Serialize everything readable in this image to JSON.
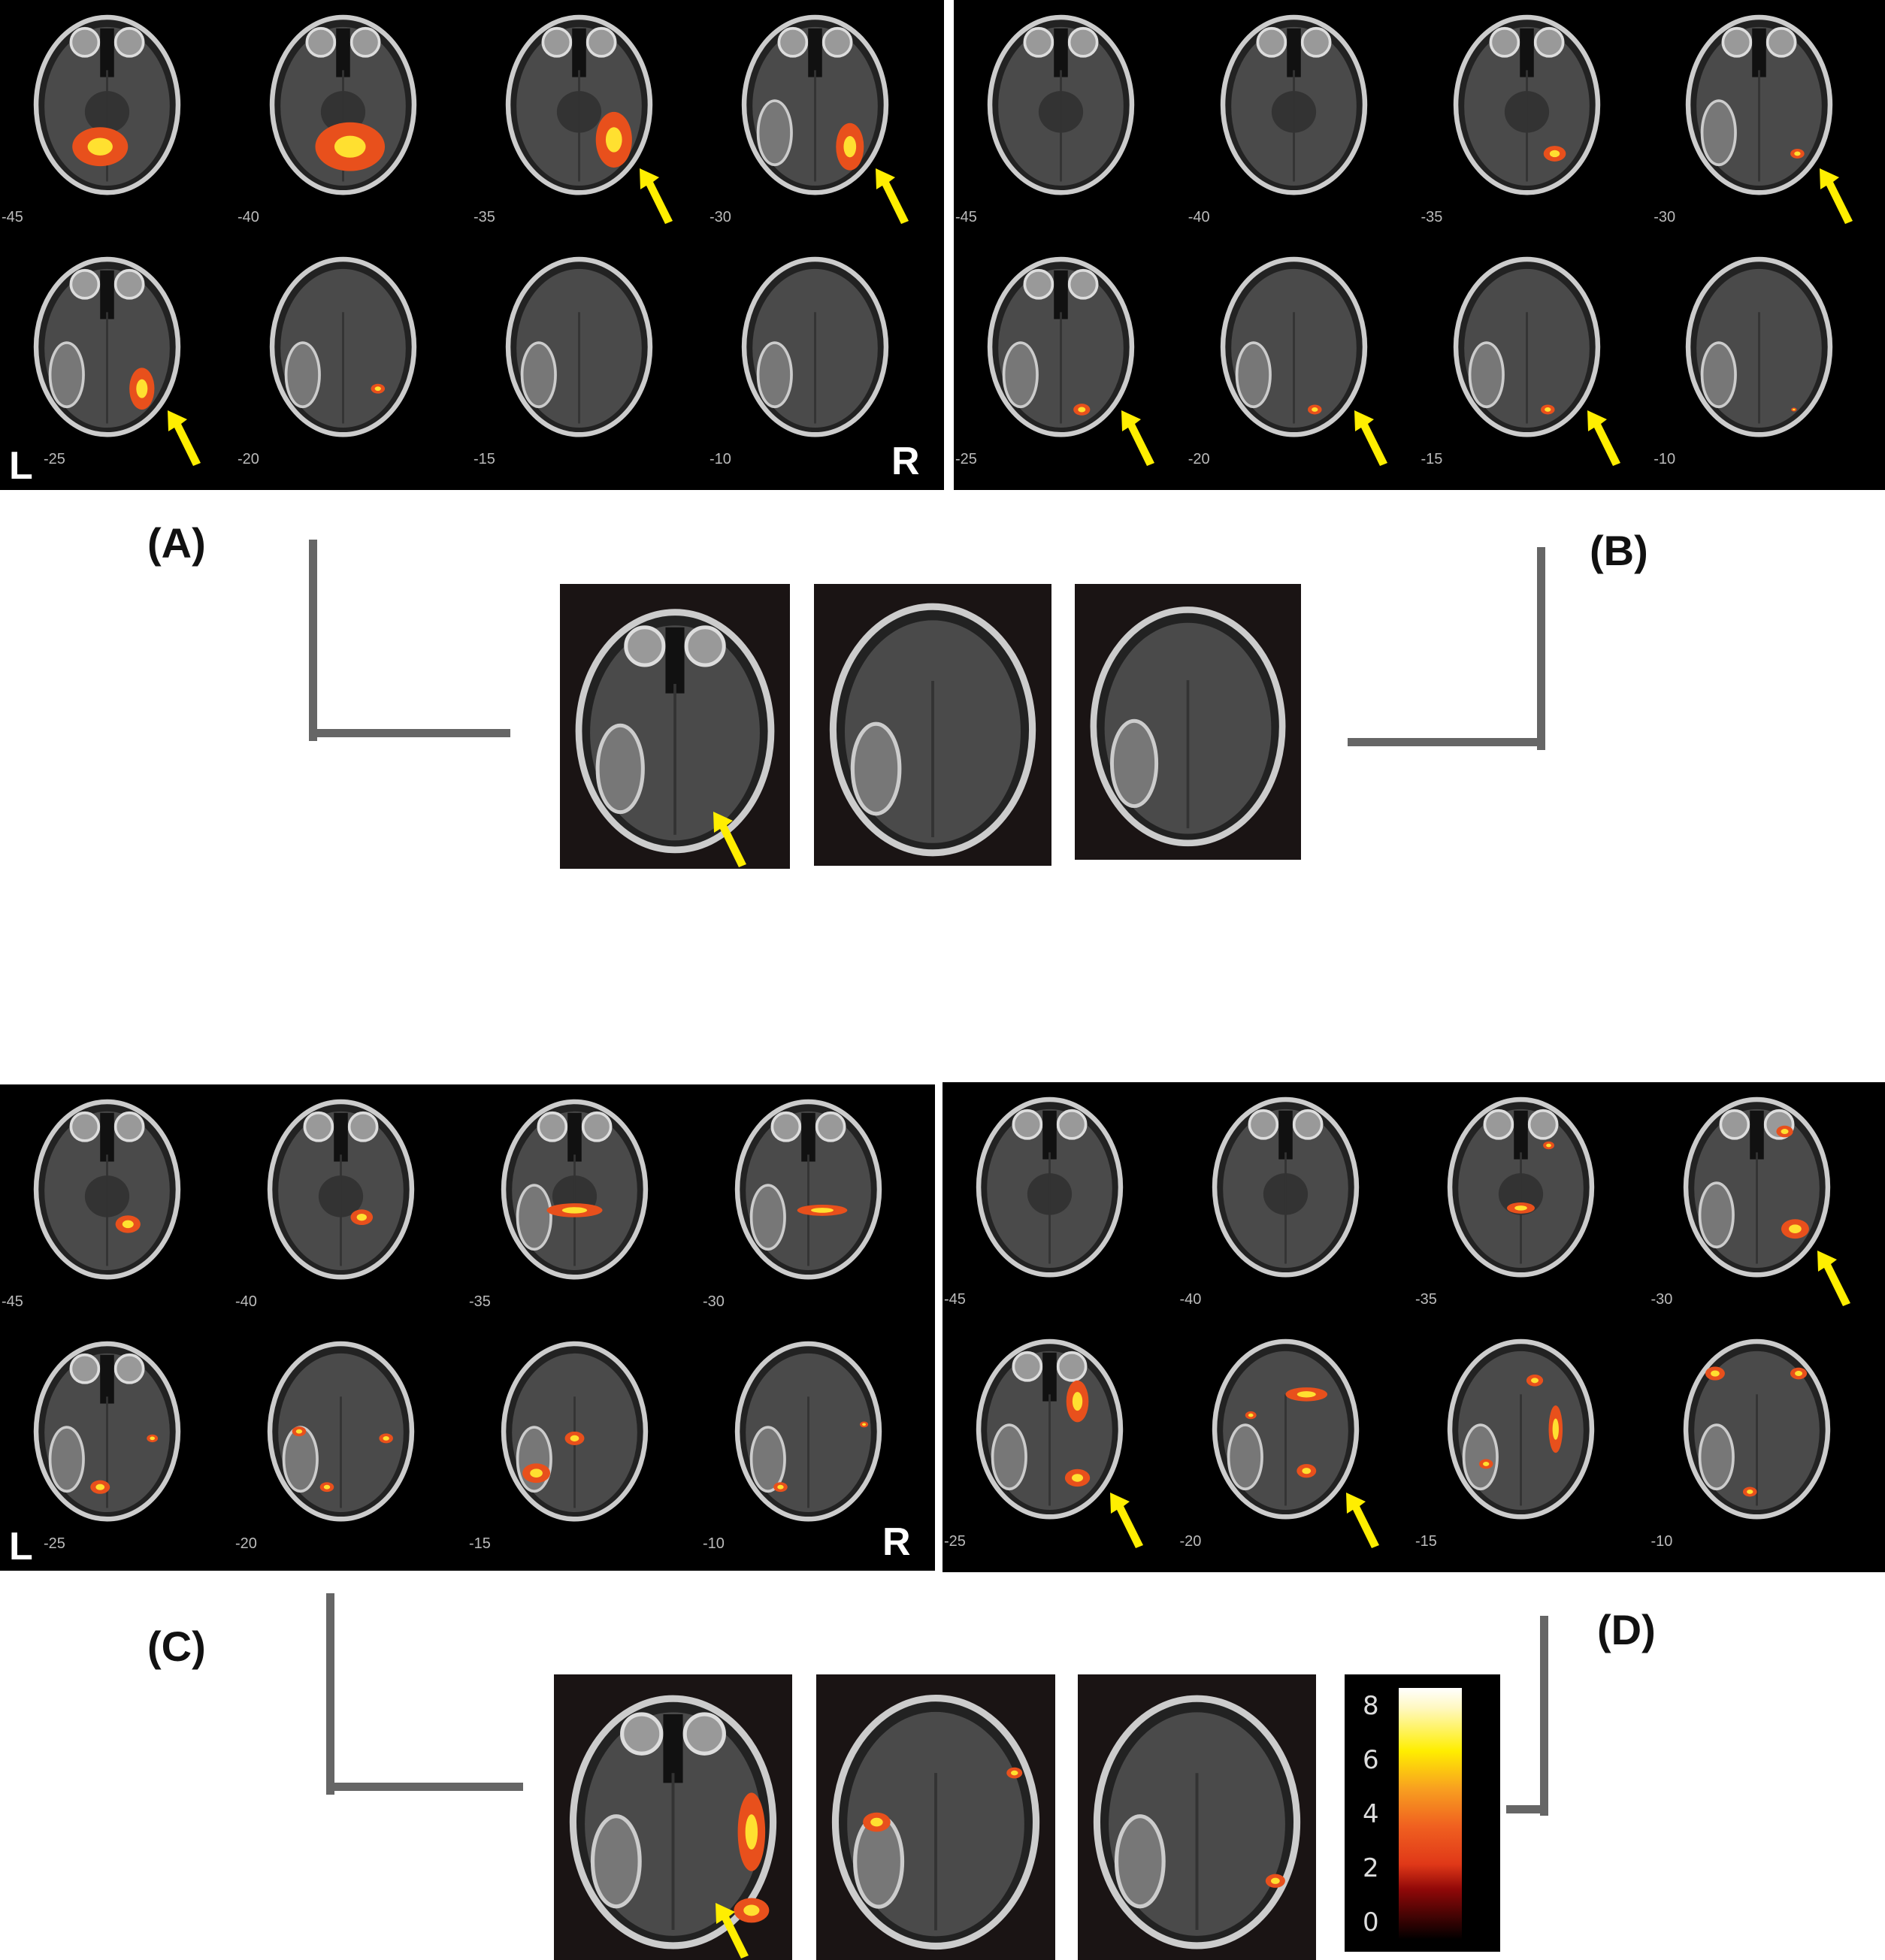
{
  "panels": [
    {
      "id": "A",
      "label": "(A)",
      "slices": [
        "-45",
        "-40",
        "-35",
        "-30",
        "-25",
        "-20",
        "-15",
        "-10"
      ],
      "left": "L",
      "right": "R"
    },
    {
      "id": "B",
      "label": "(B)",
      "slices": [
        "-45",
        "-40",
        "-35",
        "-30",
        "-25",
        "-20",
        "-15",
        "-10"
      ]
    },
    {
      "id": "C",
      "label": "(C)",
      "slices": [
        "-45",
        "-40",
        "-35",
        "-30",
        "-25",
        "-20",
        "-15",
        "-10"
      ],
      "left": "L",
      "right": "R"
    },
    {
      "id": "D",
      "label": "(D)",
      "slices": [
        "-45",
        "-40",
        "-35",
        "-30",
        "-25",
        "-20",
        "-15",
        "-10"
      ]
    }
  ],
  "colorbar": {
    "ticks": [
      "8",
      "6",
      "4",
      "2",
      "0"
    ],
    "min": 0,
    "max": 8
  },
  "colors": {
    "arrow": "#ffee00",
    "activation_low": "#e03818",
    "activation_high": "#ffee00",
    "bracket": "#666666"
  }
}
